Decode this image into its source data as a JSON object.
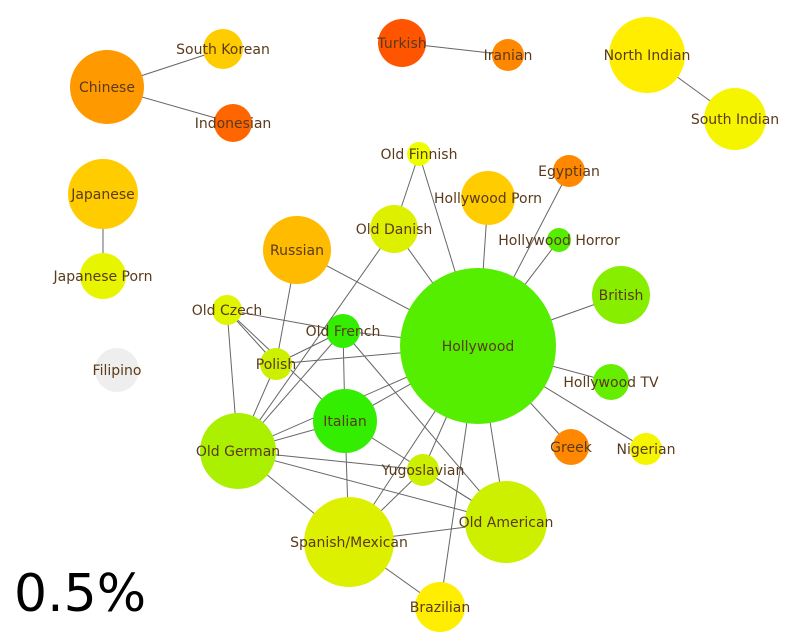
{
  "percentage": "0.5%",
  "nodes": [
    {
      "id": "chinese",
      "label": "Chinese",
      "color": "#ff9900",
      "weight": 3
    },
    {
      "id": "south-korean",
      "label": "South Korean",
      "color": "#ffcc00",
      "weight": 1.5
    },
    {
      "id": "indonesian",
      "label": "Indonesian",
      "color": "#ff6600",
      "weight": 1.5
    },
    {
      "id": "turkish",
      "label": "Turkish",
      "color": "#ff5500",
      "weight": 2
    },
    {
      "id": "iranian",
      "label": "Iranian",
      "color": "#ff8800",
      "weight": 1
    },
    {
      "id": "north-indian",
      "label": "North Indian",
      "color": "#ffee00",
      "weight": 3
    },
    {
      "id": "south-indian",
      "label": "South Indian",
      "color": "#f5f500",
      "weight": 2.5
    },
    {
      "id": "japanese",
      "label": "Japanese",
      "color": "#ffcc00",
      "weight": 2.8
    },
    {
      "id": "japanese-porn",
      "label": "Japanese Porn",
      "color": "#e8f500",
      "weight": 1.8
    },
    {
      "id": "filipino",
      "label": "Filipino",
      "color": "#eeeeee",
      "weight": 1.5
    },
    {
      "id": "old-finnish",
      "label": "Old Finnish",
      "color": "#eeff00",
      "weight": 0.6
    },
    {
      "id": "egyptian",
      "label": "Egyptian",
      "color": "#ff8800",
      "weight": 1
    },
    {
      "id": "hollywood-porn",
      "label": "Hollywood Porn",
      "color": "#ffcc00",
      "weight": 2.2
    },
    {
      "id": "old-danish",
      "label": "Old Danish",
      "color": "#ddf000",
      "weight": 1.8
    },
    {
      "id": "hollywood-horror",
      "label": "Hollywood Horror",
      "color": "#55ee00",
      "weight": 0.6
    },
    {
      "id": "russian",
      "label": "Russian",
      "color": "#ffbb00",
      "weight": 2.8
    },
    {
      "id": "british",
      "label": "British",
      "color": "#88ee00",
      "weight": 2.4
    },
    {
      "id": "old-czech",
      "label": "Old Czech",
      "color": "#e0f500",
      "weight": 0.8
    },
    {
      "id": "old-french",
      "label": "Old French",
      "color": "#33ee00",
      "weight": 1.1
    },
    {
      "id": "polish",
      "label": "Polish",
      "color": "#ccf000",
      "weight": 1
    },
    {
      "id": "hollywood",
      "label": "Hollywood",
      "color": "#55ee00",
      "weight": 12
    },
    {
      "id": "hollywood-tv",
      "label": "Hollywood TV",
      "color": "#66ee00",
      "weight": 1.2
    },
    {
      "id": "italian",
      "label": "Italian",
      "color": "#33ee00",
      "weight": 3
    },
    {
      "id": "greek",
      "label": "Greek",
      "color": "#ff8800",
      "weight": 1.2
    },
    {
      "id": "nigerian",
      "label": "Nigerian",
      "color": "#f5f500",
      "weight": 1
    },
    {
      "id": "old-german",
      "label": "Old German",
      "color": "#aaf000",
      "weight": 3.4
    },
    {
      "id": "yugoslavian",
      "label": "Yugoslavian",
      "color": "#ccf000",
      "weight": 0.9
    },
    {
      "id": "old-american",
      "label": "Old American",
      "color": "#ccf000",
      "weight": 3.8
    },
    {
      "id": "spanish-mexican",
      "label": "Spanish/Mexican",
      "color": "#ddf000",
      "weight": 4.8
    },
    {
      "id": "brazilian",
      "label": "Brazilian",
      "color": "#ffee00",
      "weight": 1.6
    }
  ],
  "edges": [
    [
      "chinese",
      "south-korean"
    ],
    [
      "chinese",
      "indonesian"
    ],
    [
      "turkish",
      "iranian"
    ],
    [
      "north-indian",
      "south-indian"
    ],
    [
      "japanese",
      "japanese-porn"
    ],
    [
      "hollywood",
      "old-finnish"
    ],
    [
      "hollywood",
      "egyptian"
    ],
    [
      "hollywood",
      "hollywood-porn"
    ],
    [
      "hollywood",
      "old-danish"
    ],
    [
      "hollywood",
      "hollywood-horror"
    ],
    [
      "hollywood",
      "russian"
    ],
    [
      "hollywood",
      "british"
    ],
    [
      "hollywood",
      "old-french"
    ],
    [
      "hollywood",
      "hollywood-tv"
    ],
    [
      "hollywood",
      "italian"
    ],
    [
      "hollywood",
      "greek"
    ],
    [
      "hollywood",
      "nigerian"
    ],
    [
      "hollywood",
      "old-german"
    ],
    [
      "hollywood",
      "yugoslavian"
    ],
    [
      "hollywood",
      "old-american"
    ],
    [
      "hollywood",
      "spanish-mexican"
    ],
    [
      "hollywood",
      "brazilian"
    ],
    [
      "hollywood",
      "polish"
    ],
    [
      "old-finnish",
      "old-danish"
    ],
    [
      "old-danish",
      "old-german"
    ],
    [
      "russian",
      "polish"
    ],
    [
      "old-czech",
      "old-french"
    ],
    [
      "old-czech",
      "polish"
    ],
    [
      "old-czech",
      "old-german"
    ],
    [
      "old-czech",
      "italian"
    ],
    [
      "old-french",
      "italian"
    ],
    [
      "old-french",
      "polish"
    ],
    [
      "old-french",
      "old-american"
    ],
    [
      "old-french",
      "old-german"
    ],
    [
      "polish",
      "old-german"
    ],
    [
      "italian",
      "old-german"
    ],
    [
      "italian",
      "spanish-mexican"
    ],
    [
      "italian",
      "old-american"
    ],
    [
      "old-german",
      "yugoslavian"
    ],
    [
      "old-german",
      "old-american"
    ],
    [
      "old-german",
      "spanish-mexican"
    ],
    [
      "yugoslavian",
      "old-american"
    ],
    [
      "yugoslavian",
      "spanish-mexican"
    ],
    [
      "spanish-mexican",
      "old-american"
    ],
    [
      "spanish-mexican",
      "brazilian"
    ]
  ]
}
